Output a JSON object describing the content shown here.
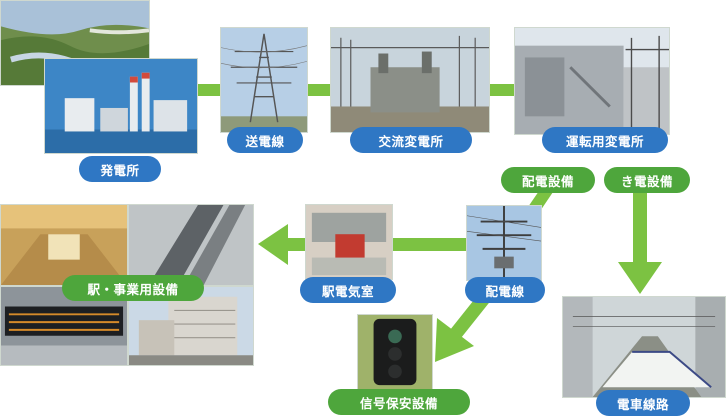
{
  "labels": {
    "power_plant": "発電所",
    "transmission_line": "送電線",
    "ac_substation": "交流変電所",
    "operation_substation": "運転用変電所",
    "distribution_equipment": "配電設備",
    "traction_power_equipment": "き電設備",
    "station_electric_room": "駅電気室",
    "distribution_line": "配電線",
    "station_business_equipment": "駅・事業用設備",
    "signal_safety_equipment": "信号保安設備",
    "train_line": "電車線路"
  },
  "colors": {
    "label_blue": "#2f77c4",
    "label_green": "#4ea63c",
    "connector": "#7cc242",
    "arrow": "#7cc242"
  }
}
